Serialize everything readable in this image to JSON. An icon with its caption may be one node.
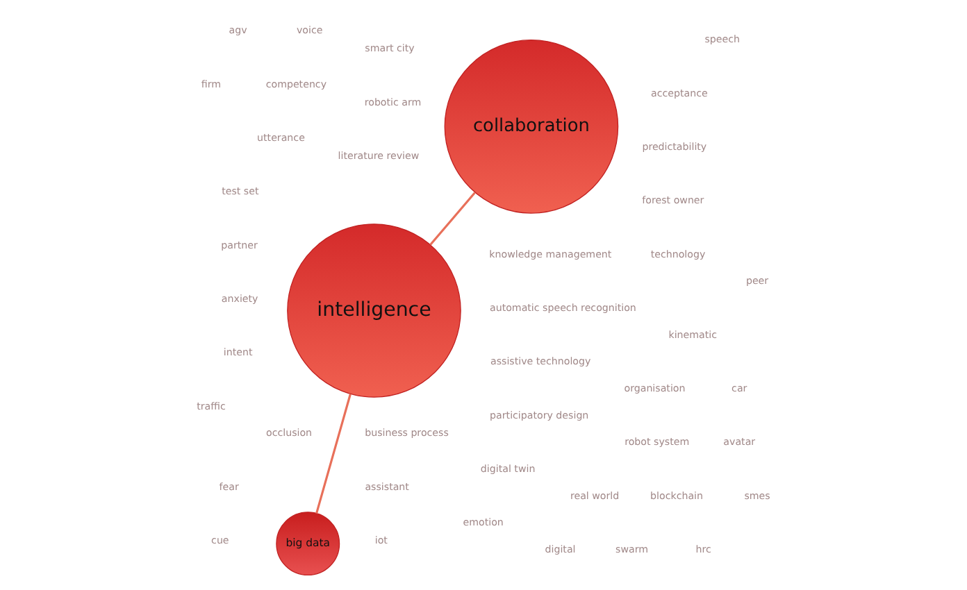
{
  "diagram": {
    "nodes": [
      {
        "text": [
          "intelligence"
        ]
      },
      {
        "text": [
          "collaboration"
        ]
      },
      {
        "text": [
          "big data"
        ]
      }
    ],
    "edges": [
      {
        "from": 0,
        "to": 1,
        "arrow": "none"
      },
      {
        "from": 0,
        "to": 2,
        "arrow": "none"
      }
    ],
    "labels": [
      "occlusion",
      "robotic arm",
      "kinematic",
      "emotion",
      "speech",
      "robot system",
      "utterance",
      "automatic speech recognition",
      "assistive technology",
      "intent",
      "voice",
      "agv",
      "fear",
      "assistant",
      "avatar",
      "car",
      "digital twin",
      "cue",
      "test set",
      "iot",
      "real world",
      "technology",
      "digital",
      "swarm",
      "blockchain",
      "hrc",
      "firm",
      "acceptance",
      "traffic",
      "smart city",
      "partner",
      "literature review",
      "business process",
      "competency",
      "smes",
      "anxiety",
      "peer",
      "knowledge management",
      "organisation",
      "participatory design",
      "forest owner",
      "predictability"
    ]
  }
}
